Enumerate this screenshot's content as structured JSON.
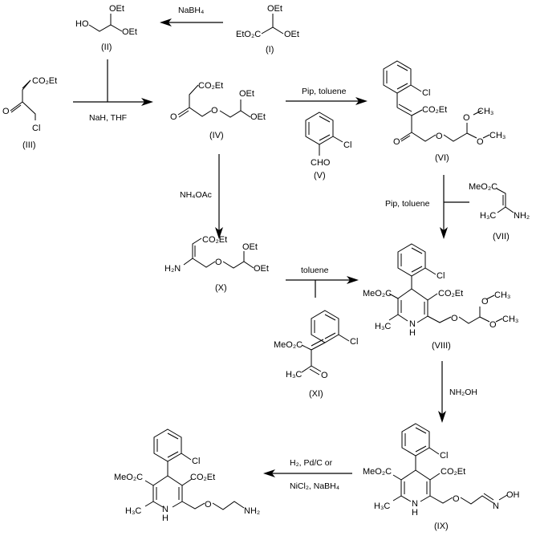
{
  "compounds": {
    "I": {
      "label": "(I)",
      "atoms": {
        "oet_top": "OEt",
        "eto2c": "EtO₂C",
        "oet_right": "OEt"
      }
    },
    "II": {
      "label": "(II)",
      "atoms": {
        "ho": "HO",
        "oet_top": "OEt",
        "oet_right": "OEt"
      }
    },
    "III": {
      "label": "(III)",
      "atoms": {
        "co2et": "CO₂Et",
        "o": "O",
        "cl": "Cl"
      }
    },
    "IV": {
      "label": "(IV)",
      "atoms": {
        "co2et": "CO₂Et",
        "o_keto": "O",
        "o_ether": "O",
        "oet_top": "OEt",
        "oet_right": "OEt"
      }
    },
    "V": {
      "label": "(V)",
      "atoms": {
        "cl": "Cl",
        "cho": "CHO"
      }
    },
    "VI": {
      "label": "(VI)",
      "atoms": {
        "cl": "Cl",
        "co2et": "CO₂Et",
        "o_keto": "O",
        "o_ether": "O",
        "o_top": "O",
        "ch3_top": "CH₃",
        "o_bottom": "O",
        "ch3_bottom": "CH₃"
      }
    },
    "VII": {
      "label": "(VII)",
      "atoms": {
        "meo2c": "MeO₂C",
        "h3c": "H₃C",
        "nh2": "NH₂"
      }
    },
    "VIII": {
      "label": "(VIII)",
      "atoms": {
        "cl": "Cl",
        "meo2c": "MeO₂C",
        "co2et": "CO₂Et",
        "h3c": "H₃C",
        "nh": "N",
        "h": "H",
        "o_ether": "O",
        "o_top": "O",
        "ch3_top": "CH₃",
        "o_bottom": "O",
        "ch3_bottom": "CH₃"
      }
    },
    "IX": {
      "label": "(IX)",
      "atoms": {
        "cl": "Cl",
        "meo2c": "MeO₂C",
        "co2et": "CO₂Et",
        "h3c": "H₃C",
        "nh": "N",
        "h": "H",
        "o_ether": "O",
        "n_oxime": "N",
        "oh": "OH"
      }
    },
    "X": {
      "label": "(X)",
      "atoms": {
        "co2et": "CO₂Et",
        "h2n": "H₂N",
        "o_ether": "O",
        "oet_top": "OEt",
        "oet_right": "OEt"
      }
    },
    "XI": {
      "label": "(XI)",
      "atoms": {
        "cl": "Cl",
        "meo2c": "MeO₂C",
        "h3c": "H₃C",
        "o": "O"
      }
    },
    "product": {
      "atoms": {
        "cl": "Cl",
        "meo2c": "MeO₂C",
        "co2et": "CO₂Et",
        "h3c": "H₃C",
        "nh": "N",
        "h": "H",
        "o_ether": "O",
        "nh2": "NH₂"
      }
    }
  },
  "reagents": {
    "I_to_II": "NaBH₄",
    "III_to_IV": "NaH, THF",
    "IV_to_VI": "Pip, toluene",
    "IV_to_X": "NH₄OAc",
    "VI_to_VIII": "Pip, toluene",
    "X_to_VIII": "toluene",
    "VIII_to_IX": "NH₂OH",
    "IX_to_product_line1": "H₂,  Pd/C or",
    "IX_to_product_line2": "NiCl₂, NaBH₄"
  }
}
